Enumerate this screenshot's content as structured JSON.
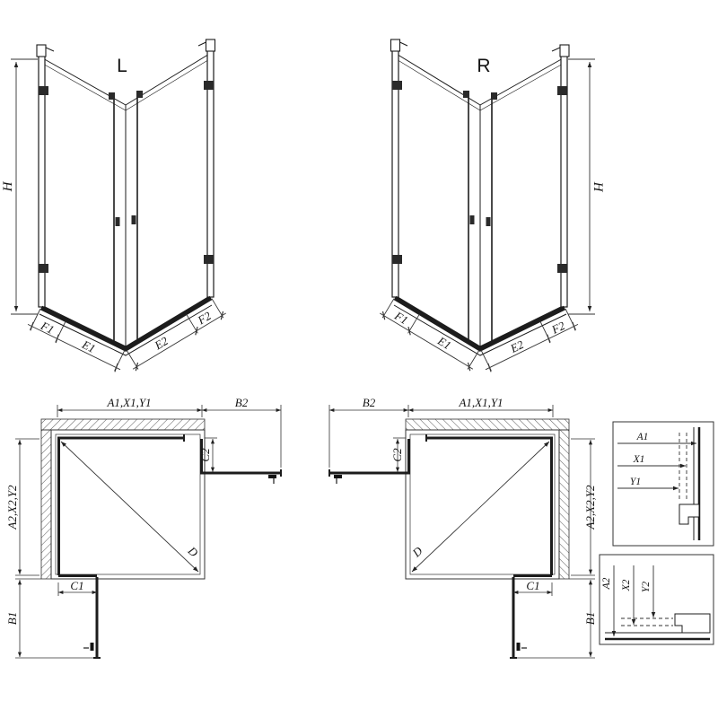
{
  "meta": {
    "background": "#ffffff",
    "line_color": "#1c1c1c",
    "dim_line_color": "#333333"
  },
  "iso_left": {
    "label": "L",
    "h": "H",
    "f1": "F1",
    "e1": "E1",
    "e2": "E2",
    "f2": "F2"
  },
  "iso_right": {
    "label": "R",
    "h": "H",
    "f1": "F1",
    "e1": "E1",
    "e2": "E2",
    "f2": "F2"
  },
  "plan_left": {
    "a1": "A1,X1,Y1",
    "b2": "B2",
    "c2": "C2",
    "a2": "A2,X2,Y2",
    "b1": "B1",
    "c1": "C1",
    "d": "D"
  },
  "plan_right": {
    "a1": "A1,X1,Y1",
    "b2": "B2",
    "c2": "C2",
    "a2": "A2,X2,Y2",
    "b1": "B1",
    "c1": "C1",
    "d": "D"
  },
  "detail_top": {
    "a1": "A1",
    "x1": "X1",
    "y1": "Y1"
  },
  "detail_bottom": {
    "a2": "A2",
    "x2": "X2",
    "y2": "Y2"
  }
}
